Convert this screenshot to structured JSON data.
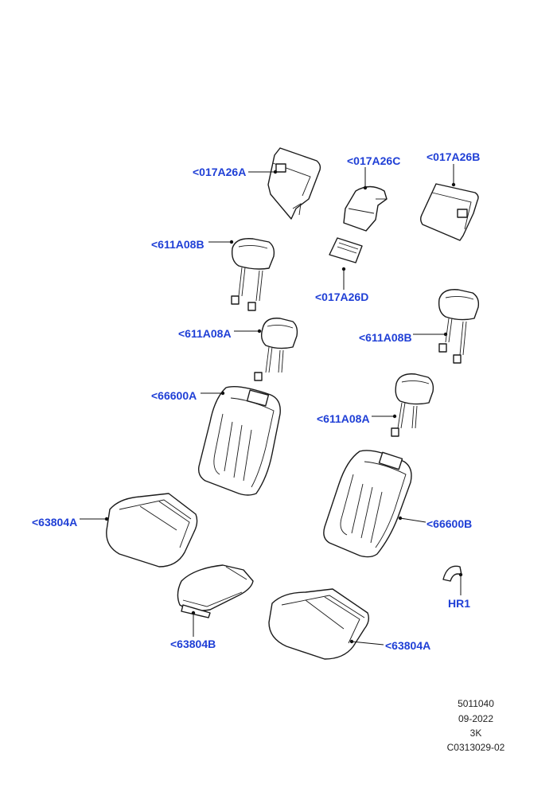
{
  "labels": {
    "l1": "<017A26A",
    "l2": "<017A26C",
    "l3": "<017A26B",
    "l4": "<611A08B",
    "l5": "<017A26D",
    "l6": "<611A08A",
    "l7": "<611A08B",
    "l8": "<66600A",
    "l9": "<611A08A",
    "l10": "<63804A",
    "l11": "<66600B",
    "l12": "HR1",
    "l13": "<63804B",
    "l14": "<63804A"
  },
  "footer": {
    "line1": "5011040",
    "line2": "09-2022",
    "line3": "3K",
    "line4": "C0313029-02"
  },
  "colors": {
    "label": "#1f3fd6",
    "line": "#1a1a1a"
  }
}
